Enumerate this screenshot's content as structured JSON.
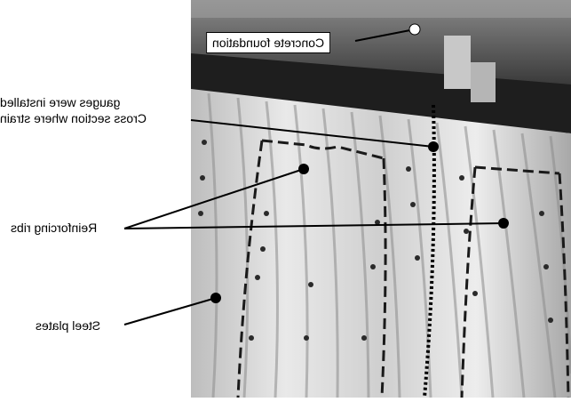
{
  "labels": {
    "concrete_foundation": "Concrete foundation",
    "cross_section_line1": "Cross section where strain",
    "cross_section_line2": "gauges were installed",
    "reinforcing_ribs": "Reinforcing ribs",
    "steel_plates": "Steel plates"
  },
  "text_mirrored": true,
  "colors": {
    "foundation": "#2a2a2a",
    "plate_light": "#e8e8e8",
    "plate_dark": "#9a9a9a",
    "annotation": "#000000",
    "background": "#ffffff"
  }
}
